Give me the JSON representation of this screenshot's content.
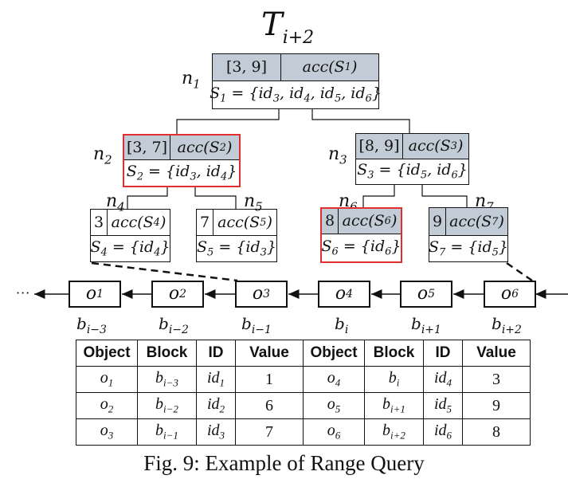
{
  "title": {
    "base": "T",
    "sub": "i+2"
  },
  "nodes": {
    "n1": {
      "label": "n",
      "label_sub": "1",
      "range": "[3, 9]",
      "acc": "acc(S",
      "acc_sub": "1",
      "set_name": "S",
      "set_sub": "1",
      "set_items": [
        "3",
        "4",
        "5",
        "6"
      ],
      "highlight": false
    },
    "n2": {
      "label": "n",
      "label_sub": "2",
      "range": "[3, 7]",
      "acc": "acc(S",
      "acc_sub": "2",
      "set_name": "S",
      "set_sub": "2",
      "set_items": [
        "3",
        "4"
      ],
      "highlight": true
    },
    "n3": {
      "label": "n",
      "label_sub": "3",
      "range": "[8, 9]",
      "acc": "acc(S",
      "acc_sub": "3",
      "set_name": "S",
      "set_sub": "3",
      "set_items": [
        "5",
        "6"
      ],
      "highlight": false
    },
    "n4": {
      "label": "n",
      "label_sub": "4",
      "range": "3",
      "acc": "acc(S",
      "acc_sub": "4",
      "set_name": "S",
      "set_sub": "4",
      "set_items": [
        "4"
      ],
      "highlight": false
    },
    "n5": {
      "label": "n",
      "label_sub": "5",
      "range": "7",
      "acc": "acc(S",
      "acc_sub": "5",
      "set_name": "S",
      "set_sub": "5",
      "set_items": [
        "3"
      ],
      "highlight": false
    },
    "n6": {
      "label": "n",
      "label_sub": "6",
      "range": "8",
      "acc": "acc(S",
      "acc_sub": "6",
      "set_name": "S",
      "set_sub": "6",
      "set_items": [
        "6"
      ],
      "highlight": true
    },
    "n7": {
      "label": "n",
      "label_sub": "7",
      "range": "9",
      "acc": "acc(S",
      "acc_sub": "7",
      "set_name": "S",
      "set_sub": "7",
      "set_items": [
        "5"
      ],
      "highlight": false
    }
  },
  "chain": {
    "ellipsis": "···",
    "objects": [
      {
        "name": "o",
        "sub": "1",
        "block": "b",
        "block_sub": "i−3"
      },
      {
        "name": "o",
        "sub": "2",
        "block": "b",
        "block_sub": "i−2"
      },
      {
        "name": "o",
        "sub": "3",
        "block": "b",
        "block_sub": "i−1"
      },
      {
        "name": "o",
        "sub": "4",
        "block": "b",
        "block_sub": "i"
      },
      {
        "name": "o",
        "sub": "5",
        "block": "b",
        "block_sub": "i+1"
      },
      {
        "name": "o",
        "sub": "6",
        "block": "b",
        "block_sub": "i+2"
      }
    ]
  },
  "table": {
    "headers": [
      "Object",
      "Block",
      "ID",
      "Value",
      "Object",
      "Block",
      "ID",
      "Value"
    ],
    "rows": [
      [
        {
          "t": "o",
          "s": "1"
        },
        {
          "t": "b",
          "s": "i−3"
        },
        {
          "t": "id",
          "s": "1"
        },
        "1",
        {
          "t": "o",
          "s": "4"
        },
        {
          "t": "b",
          "s": "i"
        },
        {
          "t": "id",
          "s": "4"
        },
        "3"
      ],
      [
        {
          "t": "o",
          "s": "2"
        },
        {
          "t": "b",
          "s": "i−2"
        },
        {
          "t": "id",
          "s": "2"
        },
        "6",
        {
          "t": "o",
          "s": "5"
        },
        {
          "t": "b",
          "s": "i+1"
        },
        {
          "t": "id",
          "s": "5"
        },
        "9"
      ],
      [
        {
          "t": "o",
          "s": "3"
        },
        {
          "t": "b",
          "s": "i−1"
        },
        {
          "t": "id",
          "s": "3"
        },
        "7",
        {
          "t": "o",
          "s": "6"
        },
        {
          "t": "b",
          "s": "i+2"
        },
        {
          "t": "id",
          "s": "6"
        },
        "8"
      ]
    ]
  },
  "caption": "Fig. 9: Example of Range Query",
  "colors": {
    "header_fill": "#c2ccd6",
    "highlight_border": "#e03030",
    "line": "#111111"
  }
}
